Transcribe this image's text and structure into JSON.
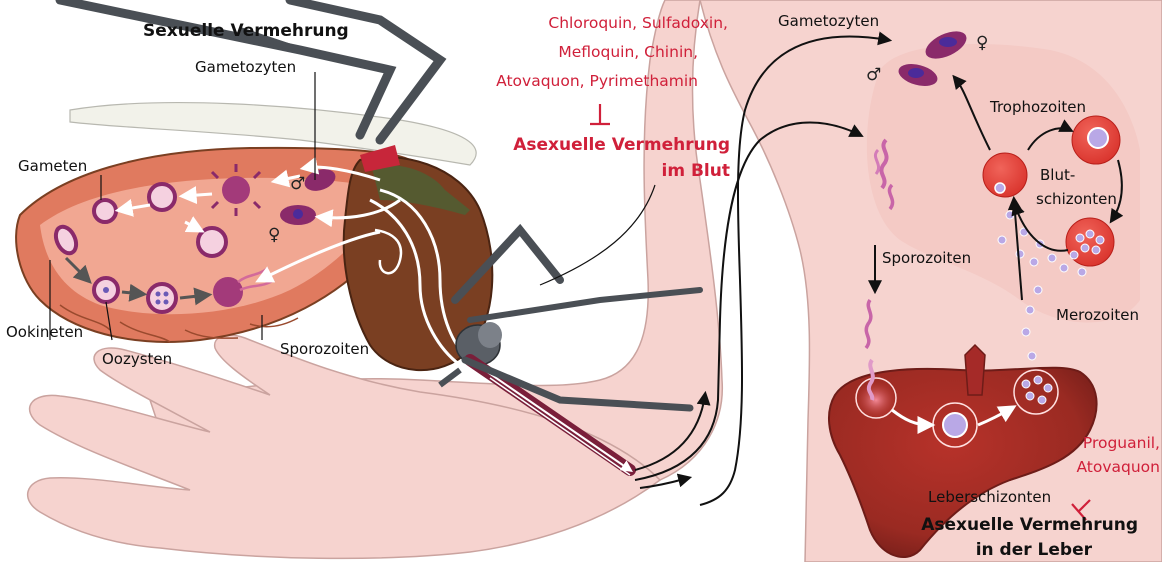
{
  "labels": {
    "sexual_title": "Sexuelle Vermehrung",
    "gametocytes_mosquito": "Gametozyten",
    "gametes": "Gameten",
    "ookinetes": "Ookineten",
    "oocysts": "Oozysten",
    "sporozoites_mosquito": "Sporozoiten",
    "gametocytes_blood": "Gametozyten",
    "trophozoites": "Trophozoiten",
    "blood_schizonts_line1": "Blut-",
    "blood_schizonts_line2": "schizonten",
    "sporozoites_body": "Sporozoiten",
    "merozoites": "Merozoiten",
    "liver_schizonts": "Leberschizonten",
    "male_symbol": "♂",
    "female_symbol": "♀"
  },
  "drugs_blood": {
    "line1": "Chloroquin, Sulfadoxin,",
    "line2": "Mefloquin, Chinin,",
    "line3": "Atovaquon, Pyrimethamin"
  },
  "blood_stage": {
    "line1": "Asexuelle Vermehrung",
    "line2": "im Blut"
  },
  "drugs_liver": {
    "line1": "Proguanil,",
    "line2": "Atovaquon"
  },
  "liver_stage": {
    "line1": "Asexuelle Vermehrung",
    "line2": "in der Leber"
  },
  "colors": {
    "skin": "#f6d3cf",
    "skin_outline": "#caa39f",
    "drug_red": "#d0203a",
    "liver": "#9a2a22",
    "mosquito_body": "#7a3f22",
    "leg": "#4a4f55",
    "parasite": "#8a2a6a",
    "merozoite": "#b9a8e6"
  }
}
